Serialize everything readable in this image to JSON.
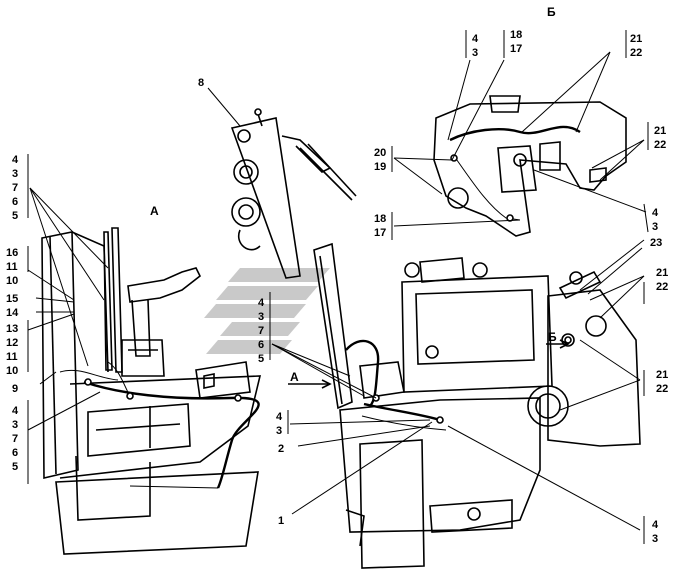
{
  "view_labels": {
    "a": "А",
    "b": "Б",
    "a_arrow": "А",
    "b_arrow": "Б"
  },
  "callouts": {
    "n1": "1",
    "n2": "2",
    "n3": "3",
    "n4": "4",
    "n5": "5",
    "n6": "6",
    "n7": "7",
    "n8": "8",
    "n9": "9",
    "n10": "10",
    "n11": "11",
    "n12": "12",
    "n13": "13",
    "n14": "14",
    "n15": "15",
    "n16": "16",
    "n17": "17",
    "n18": "18",
    "n19": "19",
    "n20": "20",
    "n21": "21",
    "n22": "22",
    "n23": "23"
  }
}
